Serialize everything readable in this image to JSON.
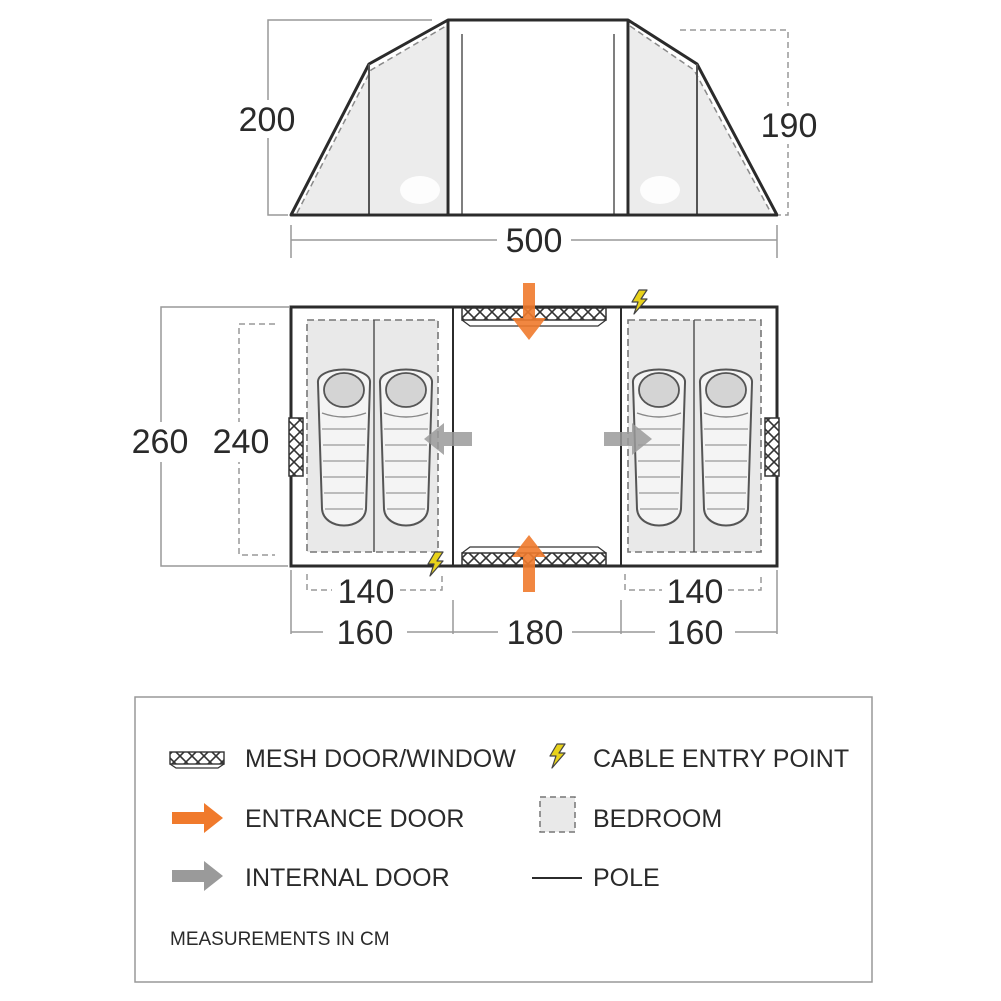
{
  "elevation": {
    "height_left": "200",
    "height_right": "190",
    "width": "500"
  },
  "floorplan": {
    "depth_outer": "260",
    "depth_bedroom": "240",
    "bedroom_width_inner_left": "140",
    "bedroom_width_inner_right": "140",
    "section_left": "160",
    "section_center": "180",
    "section_right": "160"
  },
  "legend": {
    "mesh": "MESH DOOR/WINDOW",
    "cable": "CABLE ENTRY POINT",
    "entrance": "ENTRANCE DOOR",
    "bedroom": "BEDROOM",
    "internal": "INTERNAL DOOR",
    "pole": "POLE",
    "note": "MEASUREMENTS IN CM"
  },
  "colors": {
    "entrance_arrow": "#f07a2c",
    "internal_arrow": "#9a9a9a",
    "cable_bolt": "#e8d21a",
    "bedroom_fill": "#e9e9e9",
    "outline": "#2b2b2b"
  }
}
